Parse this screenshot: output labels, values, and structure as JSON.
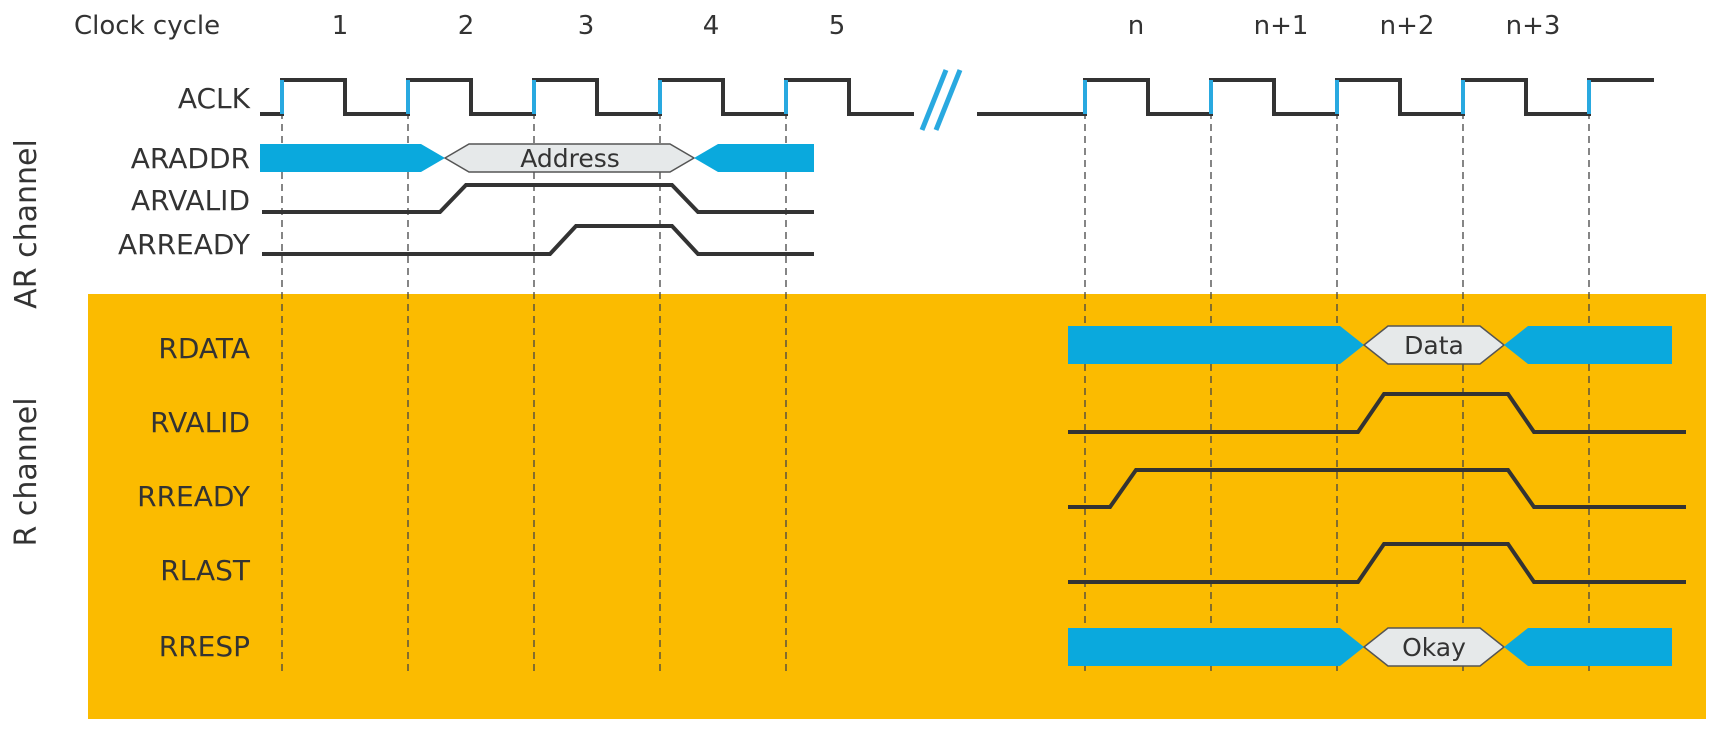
{
  "header": {
    "clock_cycle_label": "Clock cycle",
    "cycles": [
      "1",
      "2",
      "3",
      "4",
      "5",
      "n",
      "n+1",
      "n+2",
      "n+3"
    ]
  },
  "channels": {
    "ar_label": "AR channel",
    "r_label": "R channel"
  },
  "signals": {
    "aclk": "ACLK",
    "araddr": "ARADDR",
    "arvalid": "ARVALID",
    "arready": "ARREADY",
    "rdata": "RDATA",
    "rvalid": "RVALID",
    "rready": "RREADY",
    "rlast": "RLAST",
    "rresp": "RRESP"
  },
  "bus_values": {
    "address": "Address",
    "data": "Data",
    "okay": "Okay"
  },
  "colors": {
    "r_channel_background": "#fbbb00",
    "bus": "#0aa9dd",
    "clock_edge": "#29a9e0",
    "trace": "#333333"
  }
}
